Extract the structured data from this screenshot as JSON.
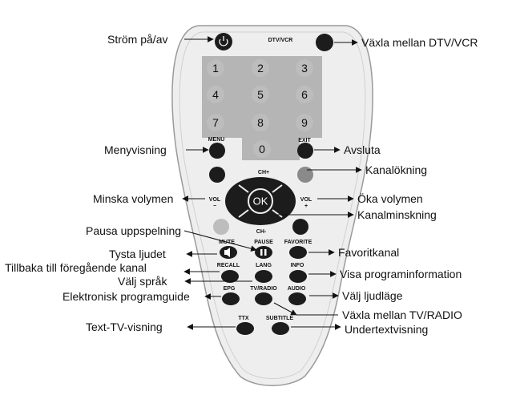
{
  "remote": {
    "keypad_numbers": [
      "1",
      "2",
      "3",
      "4",
      "5",
      "6",
      "7",
      "8",
      "9",
      "0"
    ],
    "button_labels": {
      "dtv_vcr": "DTV/VCR",
      "menu": "MENU",
      "exit": "EXIT",
      "ch_plus": "CH+",
      "ch_minus": "CH-",
      "vol_minus": "VOL",
      "vol_plus": "VOL",
      "minus_sign": "−",
      "plus_sign": "+",
      "ok": "OK",
      "mute": "MUTE",
      "pause": "PAUSE",
      "favorite": "FAVORITE",
      "recall": "RECALL",
      "lang": "LANG",
      "info": "INFO",
      "epg": "EPG",
      "tv_radio": "TV/RADIO",
      "audio": "AUDIO",
      "ttx": "TTX",
      "subtitle": "SUBTITLE"
    },
    "colors": {
      "body": "#eeeeee",
      "keypad_panel": "#b5b5b5",
      "dark_button": "#1c1c1c",
      "grey_button": "#8a8a8a",
      "light_button": "#bdbdbd"
    }
  },
  "callouts": {
    "power": "Ström på/av",
    "dtv_vcr": "Växla mellan DTV/VCR",
    "menu": "Menyvisning",
    "exit": "Avsluta",
    "channel_up": "Kanalökning",
    "volume_down": "Minska volymen",
    "volume_up": "Öka volymen",
    "channel_down": "Kanalminskning",
    "pause": "Pausa uppspelning",
    "mute": "Tysta ljudet",
    "favorite": "Favoritkanal",
    "recall": "Tillbaka till föregående kanal",
    "info": "Visa programinformation",
    "lang": "Välj språk",
    "audio": "Välj ljudläge",
    "epg": "Elektronisk programguide",
    "tv_radio": "Växla mellan TV/RADIO",
    "ttx": "Text-TV-visning",
    "subtitle": "Undertextvisning"
  }
}
